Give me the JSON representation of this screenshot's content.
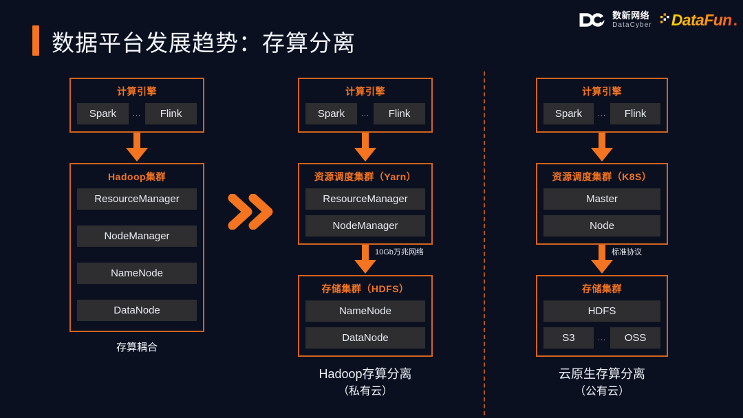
{
  "header": {
    "title": "数据平台发展趋势：存算分离",
    "accent_color": "#f4741f",
    "logos": [
      {
        "name": "datacyber-logo",
        "cn": "数新网络",
        "en": "DataCyber",
        "mark": "dc-monogram-icon"
      },
      {
        "name": "datafun-logo",
        "word": "DataFun",
        "period": ".",
        "mark": "datafun-dots-icon"
      }
    ]
  },
  "theme": {
    "background": "#0b1020",
    "panel_border": "#d2641e",
    "panel_title": "#f4741f",
    "chip_bg": "#2e2e31",
    "chip_text": "#e8ebf0",
    "divider": "#b4541d"
  },
  "transition_icon": "double-chevron-right-icon",
  "divider": {
    "name": "vertical-dashed-divider",
    "style": "dashed"
  },
  "columns": [
    {
      "id": "col1",
      "panels": [
        {
          "title": "计算引擎",
          "rows": [
            {
              "type": "row",
              "items": [
                "Spark",
                "Flink"
              ],
              "separator": "..."
            }
          ]
        },
        {
          "title": "Hadoop集群",
          "rows": [
            {
              "type": "single",
              "items": [
                "ResourceManager"
              ]
            },
            {
              "type": "single",
              "items": [
                "NodeManager"
              ]
            },
            {
              "type": "single",
              "items": [
                "NameNode"
              ]
            },
            {
              "type": "single",
              "items": [
                "DataNode"
              ]
            }
          ]
        }
      ],
      "arrows": [
        {
          "label": ""
        }
      ],
      "caption": {
        "main": "存算耦合",
        "sub": ""
      }
    },
    {
      "id": "col2",
      "panels": [
        {
          "title": "计算引擎",
          "rows": [
            {
              "type": "row",
              "items": [
                "Spark",
                "Flink"
              ],
              "separator": "..."
            }
          ]
        },
        {
          "title": "资源调度集群（Yarn）",
          "rows": [
            {
              "type": "single",
              "items": [
                "ResourceManager"
              ]
            },
            {
              "type": "single",
              "items": [
                "NodeManager"
              ]
            }
          ]
        },
        {
          "title": "存储集群（HDFS）",
          "rows": [
            {
              "type": "single",
              "items": [
                "NameNode"
              ]
            },
            {
              "type": "single",
              "items": [
                "DataNode"
              ]
            }
          ]
        }
      ],
      "arrows": [
        {
          "label": ""
        },
        {
          "label": "10Gb万兆网络"
        }
      ],
      "caption": {
        "main": "Hadoop存算分离",
        "sub": "（私有云）"
      }
    },
    {
      "id": "col3",
      "panels": [
        {
          "title": "计算引擎",
          "rows": [
            {
              "type": "row",
              "items": [
                "Spark",
                "Flink"
              ],
              "separator": "..."
            }
          ]
        },
        {
          "title": "资源调度集群（K8S）",
          "rows": [
            {
              "type": "single",
              "items": [
                "Master"
              ]
            },
            {
              "type": "single",
              "items": [
                "Node"
              ]
            }
          ]
        },
        {
          "title": "存储集群",
          "rows": [
            {
              "type": "single",
              "items": [
                "HDFS"
              ]
            },
            {
              "type": "row",
              "items": [
                "S3",
                "OSS"
              ],
              "separator": "..."
            }
          ]
        }
      ],
      "arrows": [
        {
          "label": ""
        },
        {
          "label": "标准协议"
        }
      ],
      "caption": {
        "main": "云原生存算分离",
        "sub": "（公有云）"
      }
    }
  ]
}
